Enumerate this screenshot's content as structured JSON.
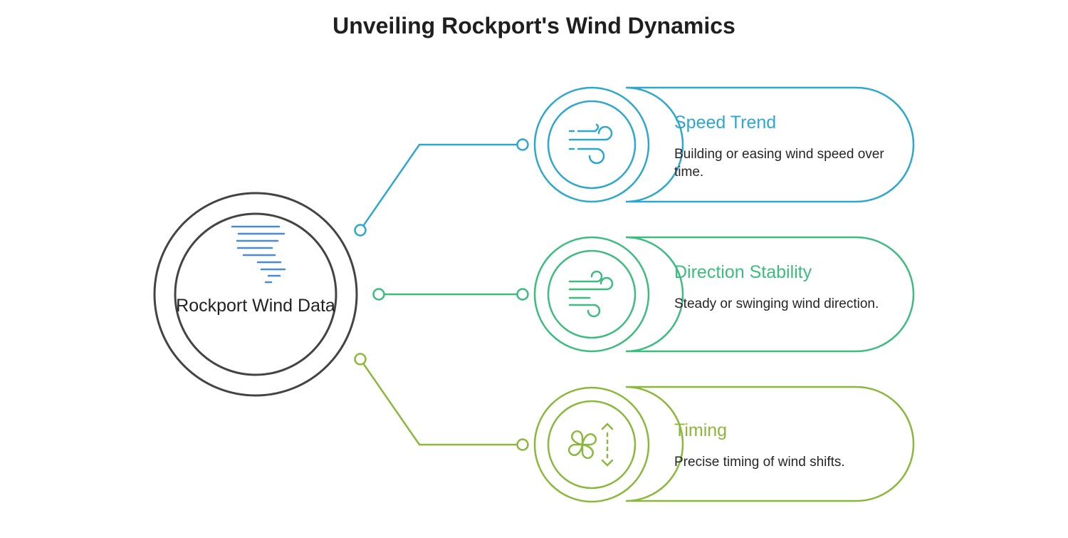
{
  "title": "Unveiling Rockport's Wind Dynamics",
  "hub": {
    "label": "Rockport Wind Data",
    "icon": "tornado-icon",
    "color": "#4a8ad8"
  },
  "items": [
    {
      "title": "Speed Trend",
      "description": "Building or easing wind speed over time.",
      "icon": "wind-icon",
      "color": "#2ea7cf"
    },
    {
      "title": "Direction Stability",
      "description": "Steady or swinging wind direction.",
      "icon": "wind-icon",
      "color": "#3dbc7f"
    },
    {
      "title": "Timing",
      "description": "Precise timing of wind shifts.",
      "icon": "fan-arrows-icon",
      "color": "#8bb83b"
    }
  ]
}
